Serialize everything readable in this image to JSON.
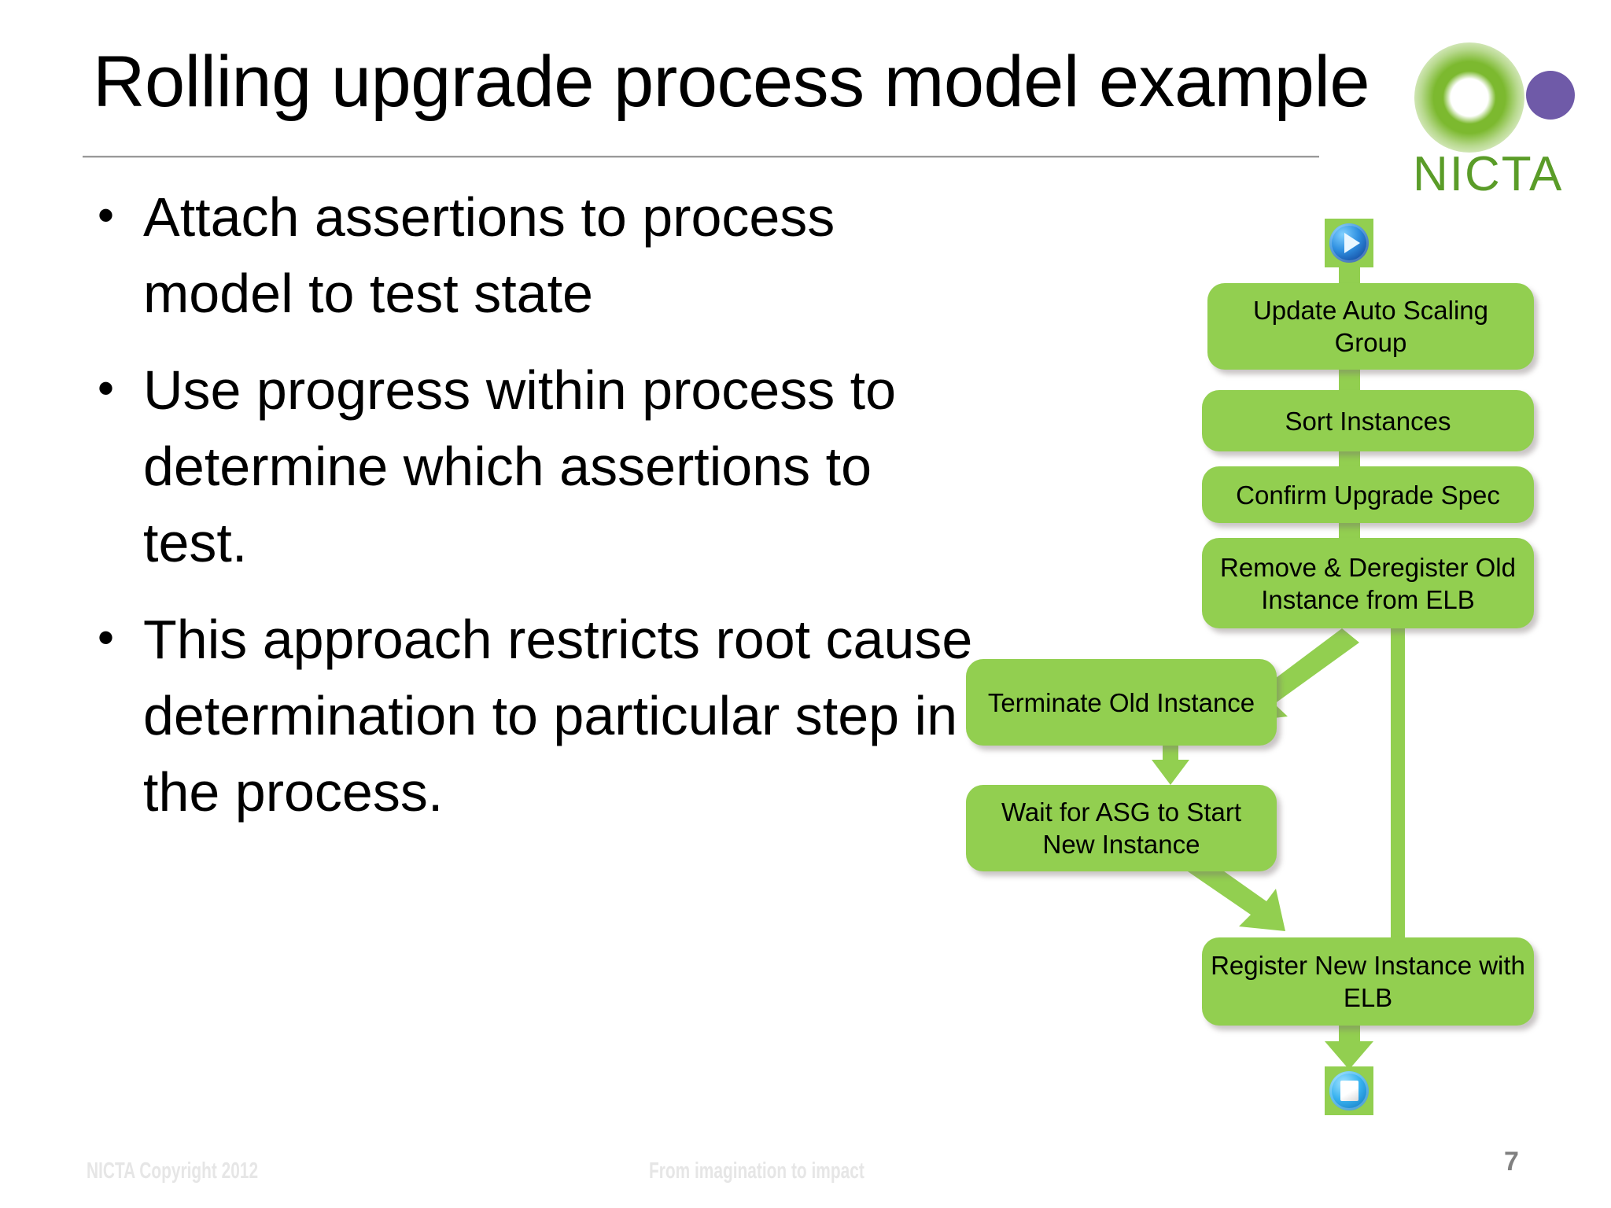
{
  "slide": {
    "title": "Rolling upgrade process model example",
    "page_number": "7"
  },
  "logo": {
    "wordmark": "NICTA",
    "glow_color": "#7cb92f",
    "dot_color": "#6f5aa8",
    "word_color": "#5a9c28"
  },
  "bullets": [
    {
      "marker": "•",
      "text": "Attach assertions to process model to test state"
    },
    {
      "marker": "•",
      "text": "Use progress within process to determine which assertions to test."
    },
    {
      "marker": "•",
      "text": "This approach restricts root cause determination to particular step in the process."
    }
  ],
  "diagram": {
    "node_color": "#92cf50",
    "arrow_color": "#92cf50",
    "start_icon": "play-icon",
    "end_icon": "stop-icon",
    "nodes": [
      {
        "id": "start",
        "label": "",
        "icon": "play-icon"
      },
      {
        "id": "update-asg",
        "label": "Update Auto Scaling Group"
      },
      {
        "id": "sort-instances",
        "label": "Sort Instances"
      },
      {
        "id": "confirm-upgrade-spec",
        "label": "Confirm Upgrade Spec"
      },
      {
        "id": "remove-deregister",
        "label": "Remove & Deregister Old Instance from ELB"
      },
      {
        "id": "terminate-old-instance",
        "label": "Terminate Old Instance"
      },
      {
        "id": "wait-for-asg",
        "label": "Wait for ASG to Start New Instance"
      },
      {
        "id": "register-new-instance",
        "label": "Register New Instance with ELB"
      },
      {
        "id": "end",
        "label": "",
        "icon": "stop-icon"
      }
    ],
    "edges": [
      {
        "from": "start",
        "to": "update-asg"
      },
      {
        "from": "update-asg",
        "to": "sort-instances"
      },
      {
        "from": "sort-instances",
        "to": "confirm-upgrade-spec"
      },
      {
        "from": "confirm-upgrade-spec",
        "to": "remove-deregister"
      },
      {
        "from": "remove-deregister",
        "to": "terminate-old-instance"
      },
      {
        "from": "terminate-old-instance",
        "to": "wait-for-asg"
      },
      {
        "from": "wait-for-asg",
        "to": "register-new-instance"
      },
      {
        "from": "register-new-instance",
        "to": "remove-deregister"
      },
      {
        "from": "register-new-instance",
        "to": "end"
      }
    ]
  },
  "footer": {
    "copyright": "NICTA Copyright 2012",
    "tagline": "From imagination to impact"
  }
}
